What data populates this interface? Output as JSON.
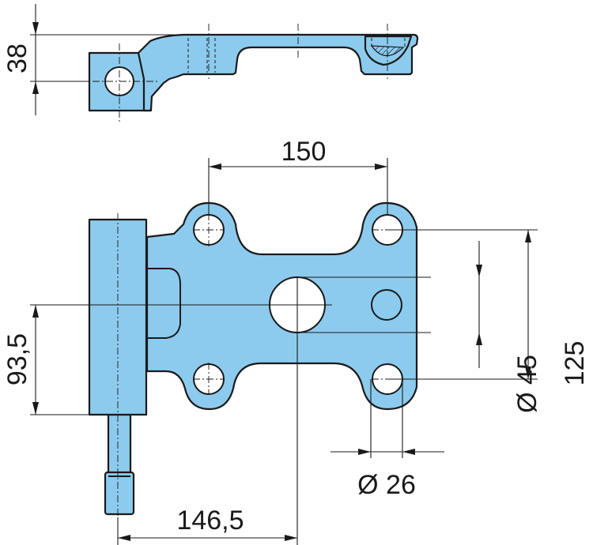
{
  "drawing": {
    "dimensions": {
      "height_top_view": "38",
      "hole_spacing_horizontal": "150",
      "center_offset_vertical": "93,5",
      "hole_spacing_vertical": "125",
      "center_bore_diameter": "Ø 45",
      "mounting_hole_diameter": "Ø 26",
      "pivot_to_center": "146,5"
    },
    "colors": {
      "part_fill": "#8ccbee",
      "line": "#1a1a1a"
    }
  }
}
